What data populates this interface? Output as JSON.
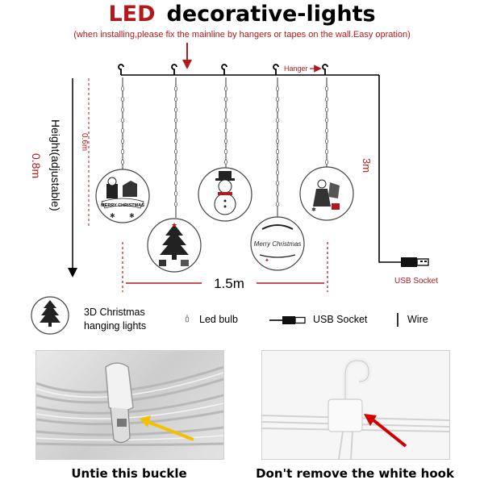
{
  "header": {
    "title_led": "LED",
    "title_rest": "decorative-lights",
    "install_note": "(when installing,please fix the mainline by hangers or tapes on the wall.Easy opration)"
  },
  "diagram": {
    "hanger_label": "Hanger",
    "height_label": "Height(adjustable)",
    "height_value": "0.8m",
    "short_drop": "0.6m",
    "width_value": "1.5m",
    "wire_length": "3m",
    "usb_label": "USB Socket",
    "ornaments": [
      {
        "name": "santa-reindeer",
        "text": "MERRY CHRISTMAS"
      },
      {
        "name": "christmas-tree",
        "text": ""
      },
      {
        "name": "snowman",
        "text": ""
      },
      {
        "name": "merry-christmas-sleigh",
        "text": "Merry Christmas"
      },
      {
        "name": "santa-gifts",
        "text": ""
      }
    ]
  },
  "legend": {
    "ornament_label_1": "3D Christmas",
    "ornament_label_2": "hanging lights",
    "bulb_label": "Led bulb",
    "usb_label": "USB Socket",
    "wire_label": "Wire"
  },
  "photos": {
    "left_caption": "Untie this buckle",
    "right_caption": "Don't remove the white hook"
  },
  "colors": {
    "accent_red": "#b3191c",
    "arrow_yellow": "#f2c200",
    "arrow_red": "#d40000"
  }
}
